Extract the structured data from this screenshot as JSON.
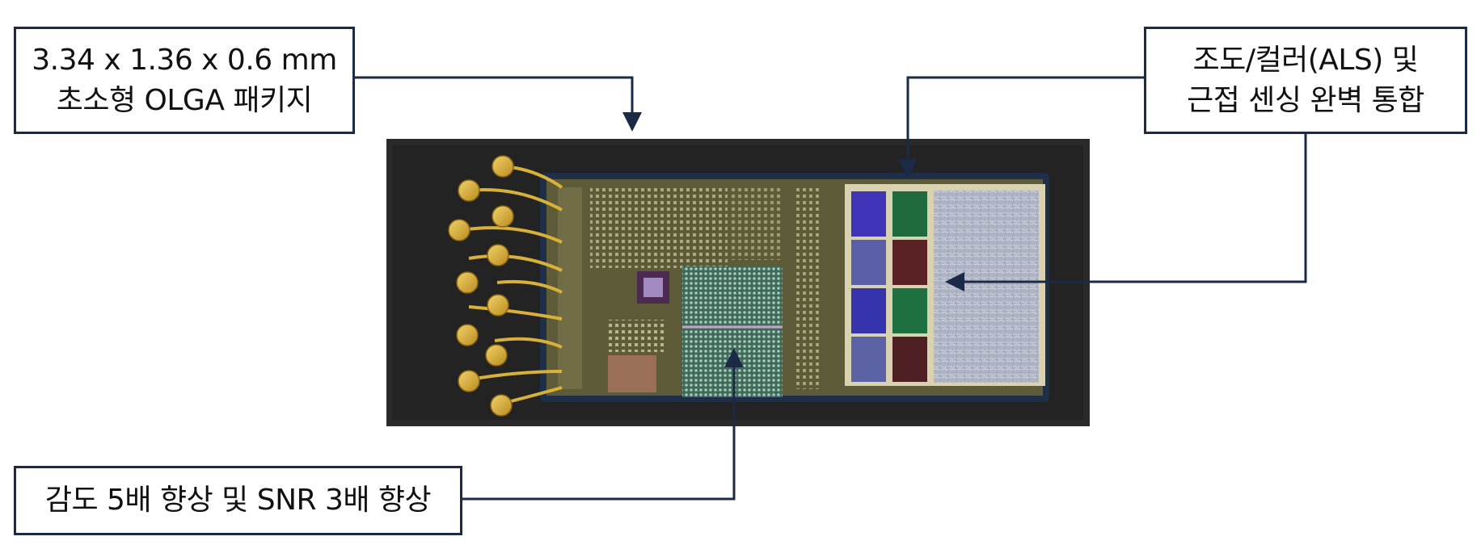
{
  "callouts": {
    "package_size": {
      "line1": "3.34 x 1.36 x 0.6 mm",
      "line2": "초소형 OLGA 패키지"
    },
    "als_proximity": {
      "line1": "조도/컬러(ALS) 및",
      "line2": "근접 센싱 완벽 통합"
    },
    "sensitivity": {
      "line1": "감도 5배 향상 및 SNR 3배 향상"
    }
  },
  "colors": {
    "callout_border": "#1b2a47",
    "package_body": "#2a2a2a",
    "die_substrate": "#5e5c38",
    "gold_wire": "#d8b13a",
    "filter_colors": [
      "#3f34b8",
      "#1f6b3e",
      "#5b5fa8",
      "#5a2224",
      "#3634ad",
      "#1e7040",
      "#5b62a6",
      "#4e2023"
    ]
  }
}
